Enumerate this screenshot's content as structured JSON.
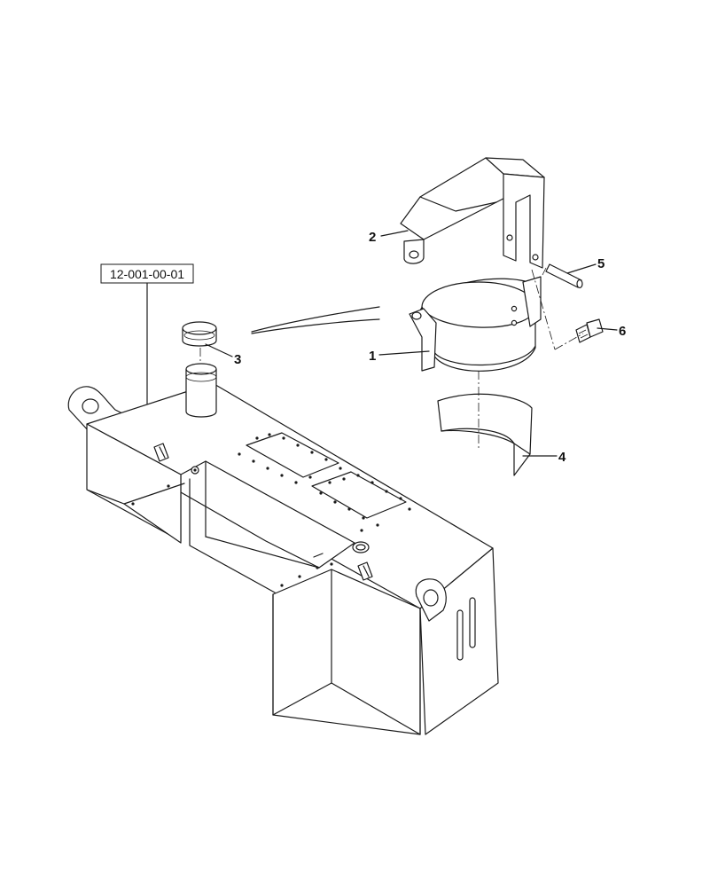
{
  "reference_label": "12-001-00-01",
  "callouts": [
    {
      "id": "1",
      "label": "1"
    },
    {
      "id": "2",
      "label": "2"
    },
    {
      "id": "3",
      "label": "3"
    },
    {
      "id": "4",
      "label": "4"
    },
    {
      "id": "5",
      "label": "5"
    },
    {
      "id": "6",
      "label": "6"
    }
  ]
}
